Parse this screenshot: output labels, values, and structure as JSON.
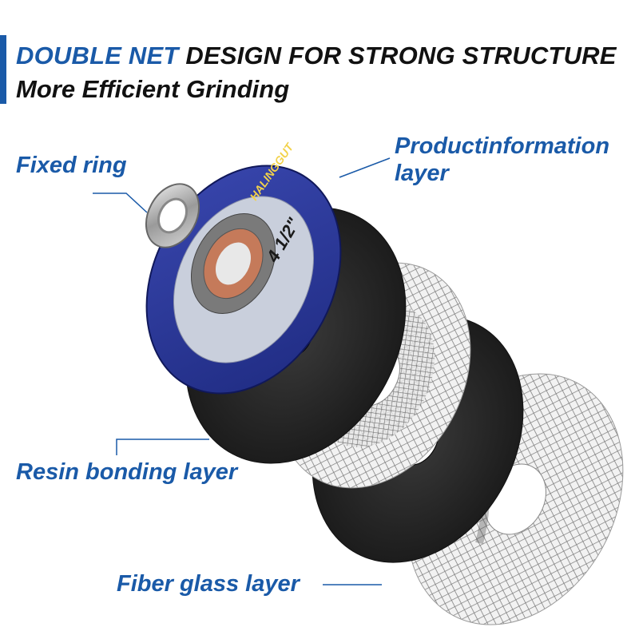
{
  "header": {
    "headline_highlight": "DOUBLE NET",
    "headline_rest": " DESIGN FOR STRONG STRUCTURE",
    "subheadline": "More Efficient Grinding"
  },
  "callouts": {
    "fixed_ring": "Fixed ring",
    "product_info_line1": "Productinformation",
    "product_info_line2": "layer",
    "resin_bonding": "Resin bonding layer",
    "fiber_glass": "Fiber glass layer"
  },
  "disc_label": {
    "brand": "HALINGGUT",
    "size": "4 1/2\""
  },
  "colors": {
    "accent": "#1a5aa8",
    "label_disc": "#2c3a9c",
    "resin": "#2a2a2a",
    "mesh": "#8a8a8a"
  }
}
